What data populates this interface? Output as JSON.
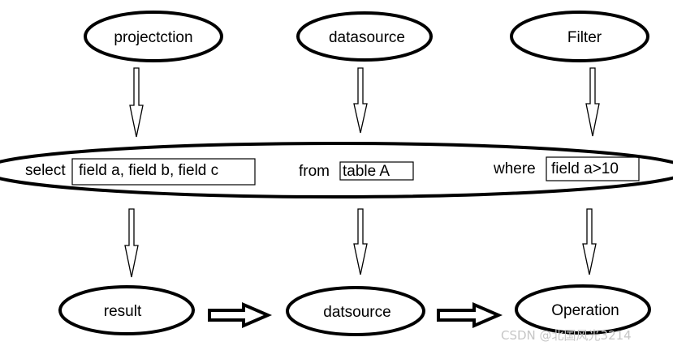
{
  "top_nodes": {
    "projection": "projectction",
    "datasource": "datasource",
    "filter": "Filter"
  },
  "query": {
    "select_keyword": "select",
    "select_fields": "field a, field b,  field c",
    "from_keyword": "from",
    "from_table": "table A",
    "where_keyword": "where",
    "where_condition": "field a>10"
  },
  "bottom_nodes": {
    "result": "result",
    "datsource": "datsource",
    "operation": "Operation"
  },
  "watermark": "CSDN @北国风光3214",
  "colors": {
    "stroke": "#000000",
    "background": "#ffffff",
    "watermark": "#c6c6c6"
  }
}
